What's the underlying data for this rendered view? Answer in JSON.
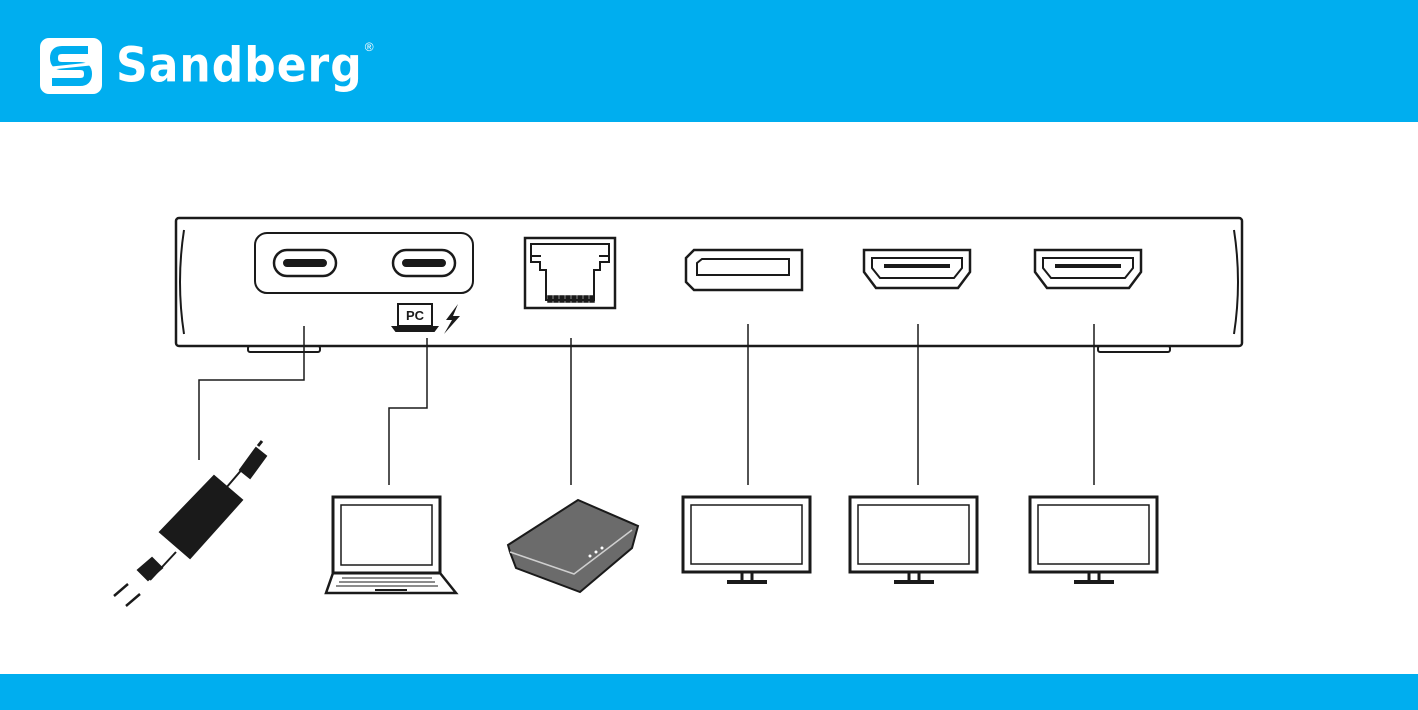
{
  "header": {
    "brand_name": "Sandberg",
    "brand_mark": "®",
    "logo_icon": "sandberg-s-logo-icon"
  },
  "dock": {
    "ports": [
      {
        "id": "usb-c-power",
        "icon": "usb-c-port-icon"
      },
      {
        "id": "usb-c-pc",
        "icon": "usb-c-port-icon"
      },
      {
        "id": "ethernet",
        "icon": "rj45-port-icon"
      },
      {
        "id": "displayport",
        "icon": "displayport-port-icon"
      },
      {
        "id": "hdmi-1",
        "icon": "hdmi-port-icon"
      },
      {
        "id": "hdmi-2",
        "icon": "hdmi-port-icon"
      }
    ],
    "pc_label": "PC",
    "charge_icon": "lightning-icon"
  },
  "devices": [
    {
      "id": "power-adapter",
      "icon": "power-adapter-icon"
    },
    {
      "id": "laptop",
      "icon": "laptop-icon"
    },
    {
      "id": "router",
      "icon": "router-icon"
    },
    {
      "id": "monitor-1",
      "icon": "monitor-icon"
    },
    {
      "id": "monitor-2",
      "icon": "monitor-icon"
    },
    {
      "id": "monitor-3",
      "icon": "monitor-icon"
    }
  ],
  "colors": {
    "brand": "#00aeef",
    "line": "#1a1a1a",
    "router_body": "#6b6b6b"
  }
}
